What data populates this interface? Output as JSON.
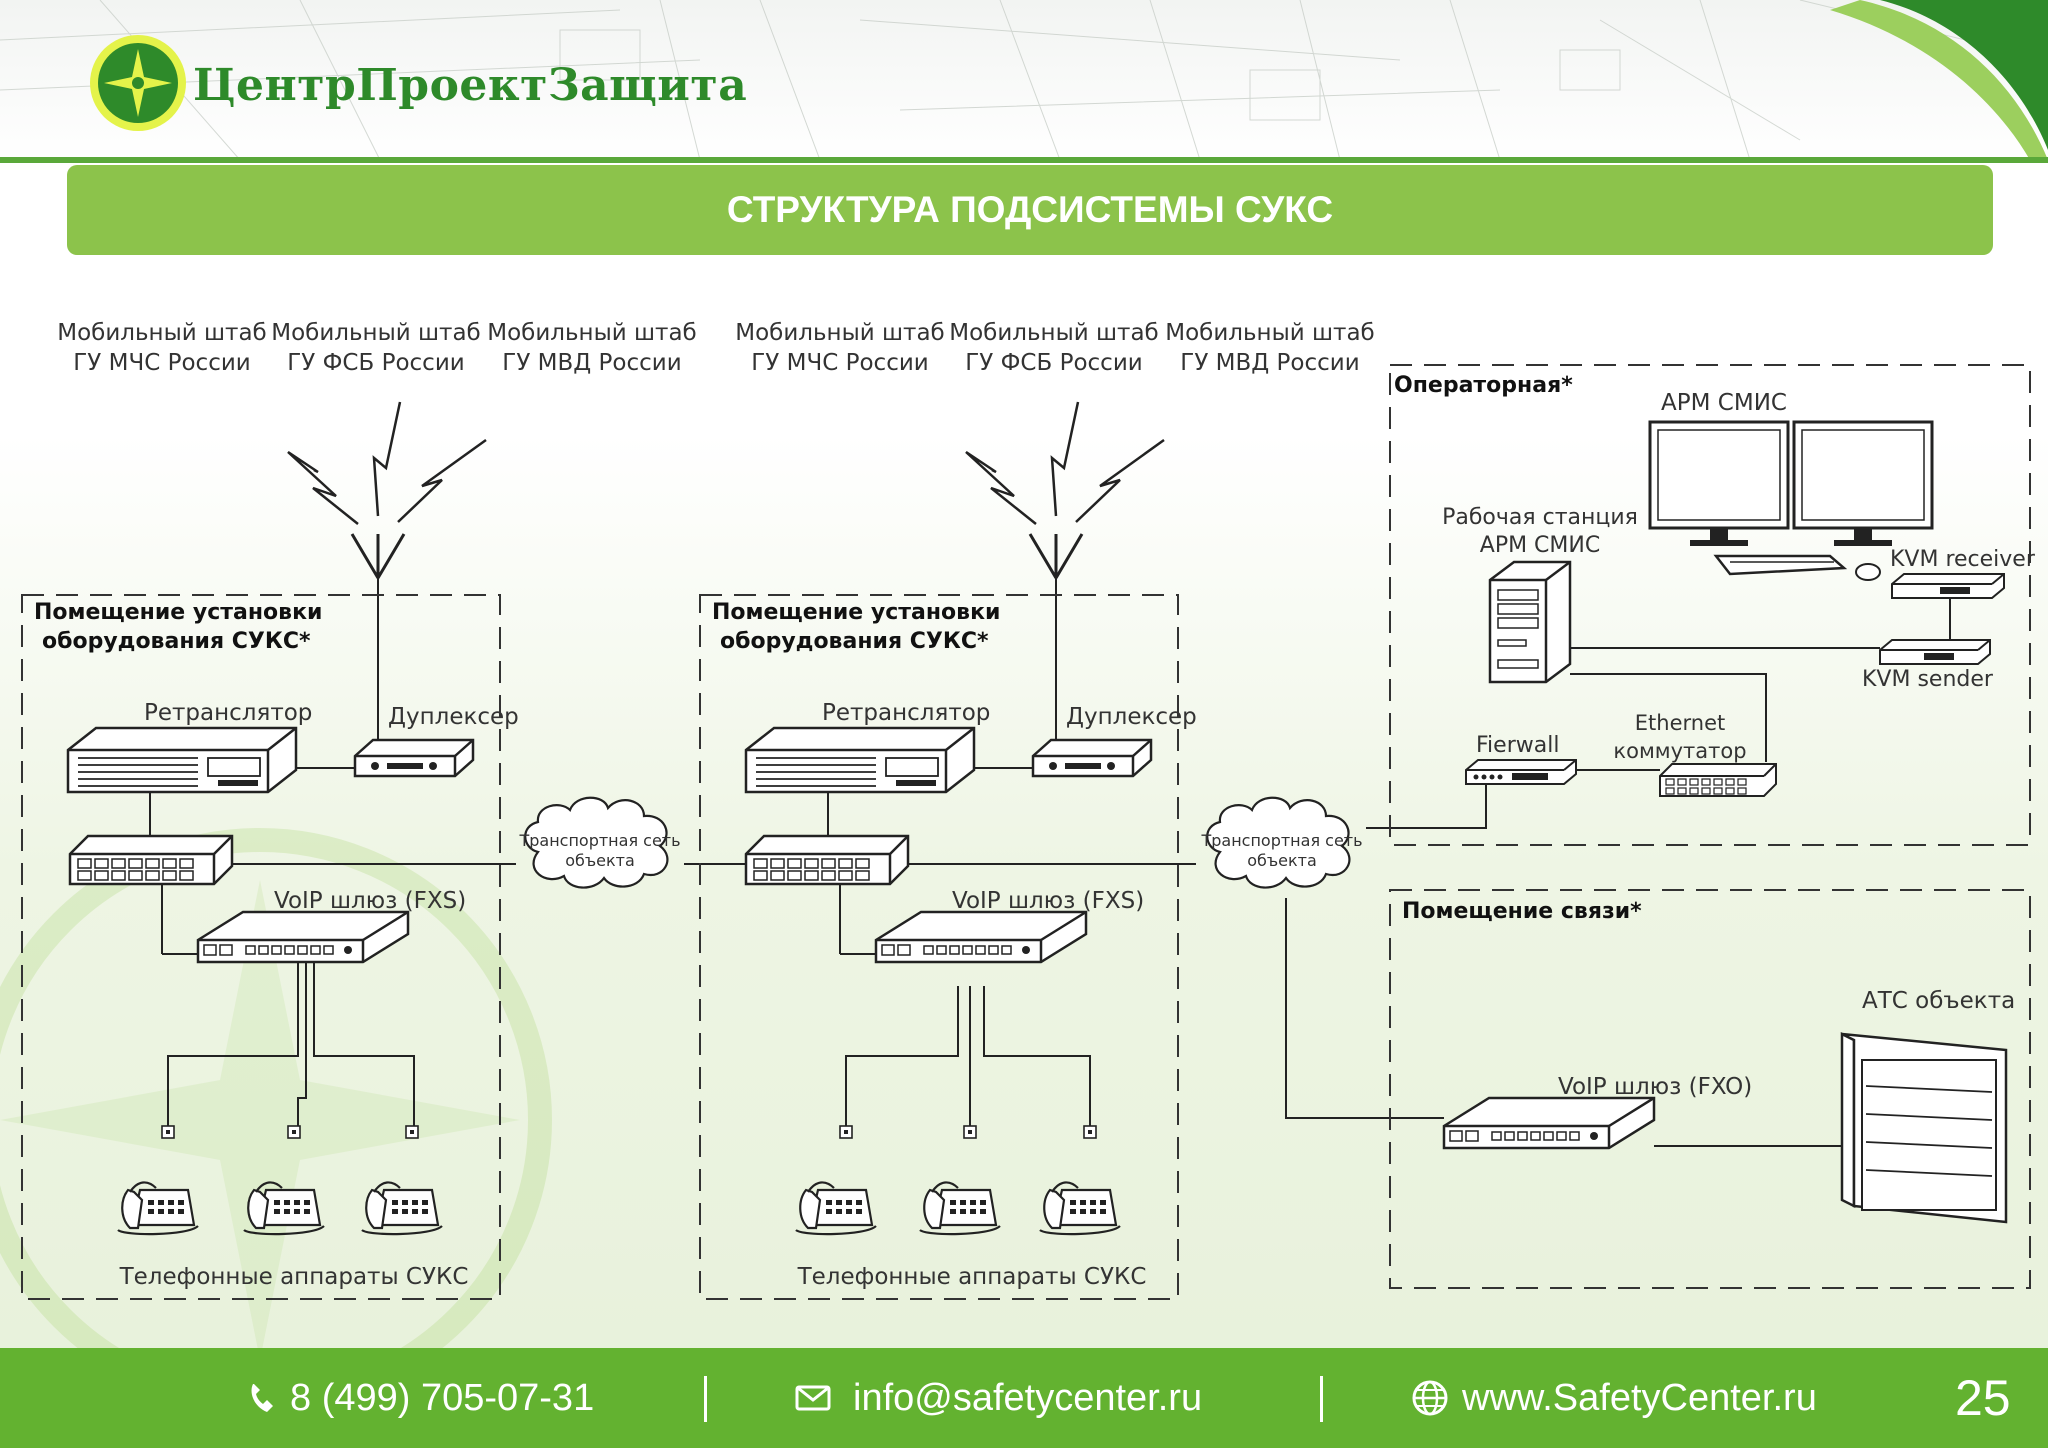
{
  "logo": {
    "name": "ЦентрПроектЗащита"
  },
  "title": "СТРУКТУРА ПОДСИСТЕМЫ СУКС",
  "diagram": {
    "mobile_hq": [
      "Мобильный штаб",
      "ГУ МЧС России",
      "Мобильный штаб",
      "ГУ ФСБ России",
      "Мобильный штаб",
      "ГУ МВД России"
    ],
    "equipment_room": [
      "Помещение установки",
      "оборудования СУКС*"
    ],
    "repeater": "Ретранслятор",
    "duplexer": "Дуплексер",
    "voip_fxs": "VoIP шлюз (FXS)",
    "phones": "Телефонные аппараты СУКС",
    "transport_net": [
      "Транспортная сеть",
      "объекта"
    ],
    "operator_room": "Операторная*",
    "arm_smis": "АРМ СМИС",
    "workstation": [
      "Рабочая станция",
      "АРМ СМИС"
    ],
    "kvm_receiver": "KVM receiver",
    "kvm_sender": "KVM sender",
    "firewall": "Fierwall",
    "ethernet_switch": [
      "Ethernet",
      "коммутатор"
    ],
    "comm_room": "Помещение связи*",
    "atc": "АТС объекта",
    "voip_fxo": "VoIP шлюз (FXO)"
  },
  "footer": {
    "phone": "8 (499) 705-07-31",
    "email": "info@safetycenter.ru",
    "website": "www.SafetyCenter.ru",
    "page_number": "25"
  },
  "colors": {
    "accent": "#8cc34b",
    "footer": "#63b230",
    "logo_text": "#2e8a2a"
  }
}
